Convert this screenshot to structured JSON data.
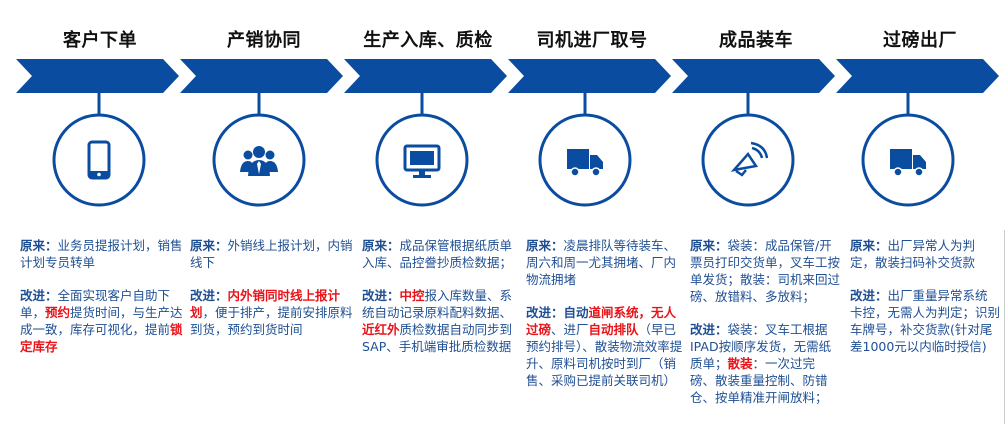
{
  "colors": {
    "accent": "#0a4da0",
    "text": "#1f4f93",
    "highlight": "#e8141a"
  },
  "steps": [
    {
      "title": "客户下单",
      "icon": "phone-icon",
      "before": [
        {
          "t": "原来：",
          "s": "lbl"
        },
        {
          "t": "业务员提报计划，销售计划专员转单"
        }
      ],
      "after": [
        {
          "t": "改进：",
          "s": "lbl"
        },
        {
          "t": "全面实现客户自助下单，"
        },
        {
          "t": "预约",
          "s": "red"
        },
        {
          "t": "提货时间，与生产达成一致，库存可视化，提前"
        },
        {
          "t": "锁定库存",
          "s": "red"
        }
      ]
    },
    {
      "title": "产销协同",
      "icon": "people-icon",
      "before": [
        {
          "t": "原来：",
          "s": "lbl"
        },
        {
          "t": "外销线上报计划，内销线下"
        }
      ],
      "after": [
        {
          "t": "改进：",
          "s": "lbl"
        },
        {
          "t": "内外销同时线上报计划",
          "s": "red"
        },
        {
          "t": "，便于排产，提前安排原料到货，预约到货时间"
        }
      ]
    },
    {
      "title": "生产入库、质检",
      "icon": "monitor-icon",
      "before": [
        {
          "t": "原来：",
          "s": "lbl"
        },
        {
          "t": "成品保管根据纸质单入库、品控誊抄质检数据；"
        }
      ],
      "after": [
        {
          "t": "改进：",
          "s": "lbl"
        },
        {
          "t": "中控",
          "s": "red"
        },
        {
          "t": "报入库数量、系统自动记录原料配料数据、"
        },
        {
          "t": "近红外",
          "s": "red"
        },
        {
          "t": "质检数据自动同步到SAP、手机端审批质检数据"
        }
      ]
    },
    {
      "title": "司机进厂取号",
      "icon": "truck-icon",
      "before": [
        {
          "t": "原来：",
          "s": "lbl"
        },
        {
          "t": "凌晨排队等待装车、周六和周一尤其拥堵、厂内物流拥堵"
        }
      ],
      "after": [
        {
          "t": "改进：",
          "s": "lbl"
        },
        {
          "t": "自动",
          "s": "bold"
        },
        {
          "t": "道闸系统，无人过磅",
          "s": "red"
        },
        {
          "t": "、进厂"
        },
        {
          "t": "自动排队",
          "s": "red"
        },
        {
          "t": "（早已预约排号）、散装物流效率提升、原料司机按时到厂（销售、采购已提前关联司机）"
        }
      ]
    },
    {
      "title": "成品装车",
      "icon": "speaker-icon",
      "before": [
        {
          "t": "原来：",
          "s": "lbl"
        },
        {
          "t": "袋装：成品保管/开票员打印交货单，叉车工按单发货；散装：司机来回过磅、放错料、多放料；"
        }
      ],
      "after": [
        {
          "t": "改进：",
          "s": "lbl"
        },
        {
          "t": "袋装：叉车工根据IPAD按顺序发货，无需纸质单；"
        },
        {
          "t": "散装",
          "s": "red"
        },
        {
          "t": "：一次过完磅、散装重量控制、防错仓、按单精准开闸放料；"
        }
      ]
    },
    {
      "title": "过磅出厂",
      "icon": "truck-icon",
      "before": [
        {
          "t": "原来：",
          "s": "lbl"
        },
        {
          "t": "出厂异常人为判定，散装扫码补交货款"
        }
      ],
      "after": [
        {
          "t": "改进：",
          "s": "lbl"
        },
        {
          "t": "出厂重量异常系统卡控，无需人为判定；识别车牌号，补交货款(针对尾差1000元以内临时授信)"
        }
      ]
    }
  ]
}
